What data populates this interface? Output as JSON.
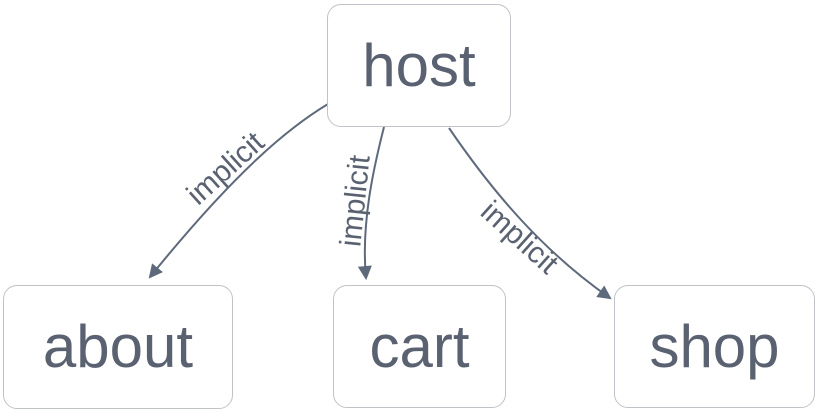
{
  "diagram": {
    "type": "graph",
    "colors": {
      "background": "#ffffff",
      "node_border": "#bfc3c7",
      "node_text": "#5a6271",
      "edge": "#5e6a7b",
      "label_text": "#5a6271"
    },
    "nodes": [
      {
        "id": "host",
        "label": "host"
      },
      {
        "id": "about",
        "label": "about"
      },
      {
        "id": "cart",
        "label": "cart"
      },
      {
        "id": "shop",
        "label": "shop"
      }
    ],
    "edges": [
      {
        "from": "host",
        "to": "about",
        "label": "implicit"
      },
      {
        "from": "host",
        "to": "cart",
        "label": "implicit"
      },
      {
        "from": "host",
        "to": "shop",
        "label": "implicit"
      }
    ]
  }
}
